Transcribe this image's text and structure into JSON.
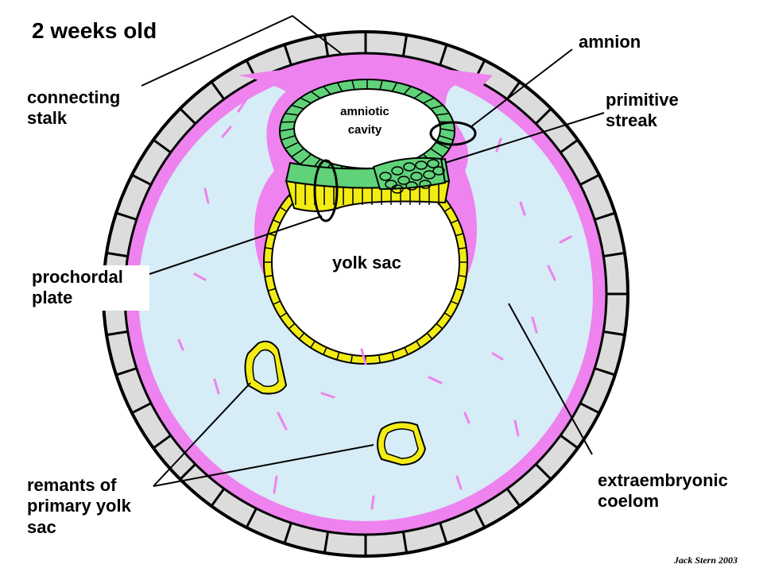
{
  "title": "2 weeks old",
  "credit": "Jack Stern 2003",
  "labels": {
    "connecting_stalk": [
      "connecting",
      "stalk"
    ],
    "amnion": "amnion",
    "primitive_streak": [
      "primitive",
      "streak"
    ],
    "amniotic_cavity": [
      "amniotic",
      "cavity"
    ],
    "yolk_sac": "yolk sac",
    "prochordal_plate": [
      "prochordal",
      "plate"
    ],
    "extraembryonic_coelom": [
      "extraembryonic",
      "coelom"
    ],
    "remnants_primary_yolk_sac": [
      "remants of",
      "primary yolk",
      "sac"
    ]
  },
  "colors": {
    "chorion_wall": "#dcdcdc",
    "mesoderm": "#ee82ee",
    "coelom": "#d6ecf6",
    "epiblast": "#5fd27a",
    "hypoblast": "#f2ec14",
    "outline": "#000000"
  }
}
